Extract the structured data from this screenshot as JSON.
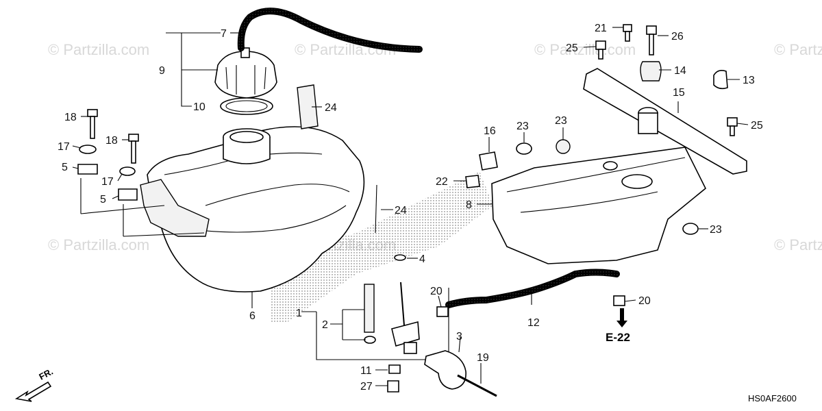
{
  "watermark": {
    "text": "© Partzilla.com",
    "copy_count": 8
  },
  "diagram_code": "HS0AF2600",
  "front_marker": "FR.",
  "reference": "E-22",
  "callouts": [
    {
      "id": "c7",
      "text": "7"
    },
    {
      "id": "c9",
      "text": "9"
    },
    {
      "id": "c10",
      "text": "10"
    },
    {
      "id": "c24a",
      "text": "24"
    },
    {
      "id": "c18a",
      "text": "18"
    },
    {
      "id": "c17a",
      "text": "17"
    },
    {
      "id": "c5a",
      "text": "5"
    },
    {
      "id": "c18b",
      "text": "18"
    },
    {
      "id": "c17b",
      "text": "17"
    },
    {
      "id": "c5b",
      "text": "5"
    },
    {
      "id": "c6",
      "text": "6"
    },
    {
      "id": "c24b",
      "text": "24"
    },
    {
      "id": "c4",
      "text": "4"
    },
    {
      "id": "c1",
      "text": "1"
    },
    {
      "id": "c2",
      "text": "2"
    },
    {
      "id": "c20a",
      "text": "20"
    },
    {
      "id": "c3",
      "text": "3"
    },
    {
      "id": "c11",
      "text": "11"
    },
    {
      "id": "c27",
      "text": "27"
    },
    {
      "id": "c19",
      "text": "19"
    },
    {
      "id": "c12",
      "text": "12"
    },
    {
      "id": "c20b",
      "text": "20"
    },
    {
      "id": "c16",
      "text": "16"
    },
    {
      "id": "c23a",
      "text": "23"
    },
    {
      "id": "c23b",
      "text": "23"
    },
    {
      "id": "c22",
      "text": "22"
    },
    {
      "id": "c8",
      "text": "8"
    },
    {
      "id": "c23c",
      "text": "23"
    },
    {
      "id": "c21",
      "text": "21"
    },
    {
      "id": "c26",
      "text": "26"
    },
    {
      "id": "c25a",
      "text": "25"
    },
    {
      "id": "c14",
      "text": "14"
    },
    {
      "id": "c13",
      "text": "13"
    },
    {
      "id": "c15",
      "text": "15"
    },
    {
      "id": "c25b",
      "text": "25"
    }
  ]
}
